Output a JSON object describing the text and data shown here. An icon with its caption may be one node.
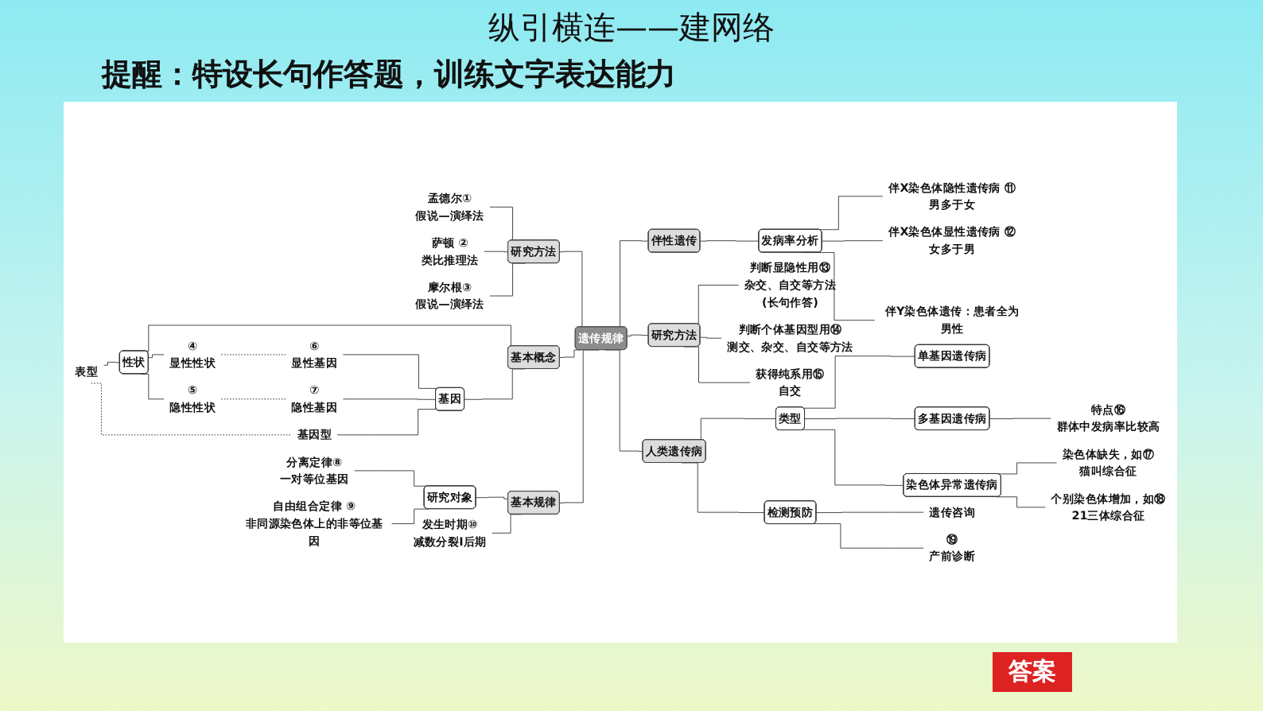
{
  "diagram": {
    "title": "纵引横连——建网络",
    "nodes": [
      {
        "text": [
          "孟德尔①",
          "假说—演绎法"
        ]
      },
      {
        "text": [
          "萨顿 ②",
          "类比推理法"
        ]
      },
      {
        "text": [
          "摩尔根③",
          "假说—演绎法"
        ]
      },
      {
        "text": [
          "研究方法"
        ]
      },
      {
        "text": [
          "遗传规律"
        ]
      },
      {
        "text": [
          "表型"
        ]
      },
      {
        "text": [
          "性状"
        ]
      },
      {
        "text": [
          "④",
          "显性性状"
        ]
      },
      {
        "text": [
          "⑤",
          "隐性性状"
        ]
      },
      {
        "text": [
          "⑥",
          "显性基因"
        ]
      },
      {
        "text": [
          "⑦",
          "隐性基因"
        ]
      },
      {
        "text": [
          "基因型"
        ]
      },
      {
        "text": [
          "基因"
        ]
      },
      {
        "text": [
          "基本概念"
        ]
      },
      {
        "text": [
          "分离定律⑧",
          "一对等位基因"
        ]
      },
      {
        "text": [
          "自由组合定律 ⑨",
          "非同源染色体上的非等位基因"
        ]
      },
      {
        "text": [
          "研究对象"
        ]
      },
      {
        "text": [
          "发生时期⑩",
          "减数分裂Ⅰ后期"
        ]
      },
      {
        "text": [
          "基本规律"
        ]
      },
      {
        "text": [
          "伴性遗传"
        ]
      },
      {
        "text": [
          "发病率分析"
        ]
      },
      {
        "text": [
          "伴X染色体隐性遗传病 ⑪",
          "男多于女"
        ]
      },
      {
        "text": [
          "伴X染色体显性遗传病 ⑫",
          "女多于男"
        ]
      },
      {
        "text": [
          "伴Y染色体遗传：患者全为男性"
        ]
      },
      {
        "text": [
          "研究方法"
        ]
      },
      {
        "text": [
          "判断显隐性用⑬",
          "杂交、自交等方法"
        ],
        "beside": [
          "(长句作答)"
        ]
      },
      {
        "text": [
          "判断个体基因型用⑭",
          "测交、杂交、自交等方法"
        ]
      },
      {
        "text": [
          "获得纯系用⑮",
          "自交"
        ]
      },
      {
        "text": [
          "人类遗传病"
        ]
      },
      {
        "text": [
          "类型"
        ]
      },
      {
        "text": [
          "单基因遗传病"
        ]
      },
      {
        "text": [
          "多基因遗传病"
        ]
      },
      {
        "text": [
          "特点⑯",
          "群体中发病率比较高"
        ]
      },
      {
        "text": [
          "染色体异常遗传病"
        ]
      },
      {
        "text": [
          "染色体缺失，如⑰",
          "猫叫综合征"
        ]
      },
      {
        "text": [
          "个别染色体增加，如⑱",
          "21三体综合征"
        ]
      },
      {
        "text": [
          "检测预防"
        ]
      },
      {
        "text": [
          "遗传咨询"
        ]
      },
      {
        "text": [
          "⑲",
          "产前诊断"
        ]
      }
    ],
    "edges": [
      {
        "from": 0,
        "to": 3,
        "arrow": "none"
      },
      {
        "from": 1,
        "to": 3,
        "arrow": "none"
      },
      {
        "from": 2,
        "to": 3,
        "arrow": "none"
      },
      {
        "from": 3,
        "to": 4,
        "arrow": "none"
      },
      {
        "from": 5,
        "to": 6,
        "arrow": "none"
      },
      {
        "from": 5,
        "to": 11,
        "arrow": "none",
        "style": "dashed"
      },
      {
        "from": 6,
        "to": 7,
        "arrow": "none"
      },
      {
        "from": 6,
        "to": 8,
        "arrow": "none"
      },
      {
        "from": 7,
        "to": 9,
        "arrow": "none",
        "style": "dashed"
      },
      {
        "from": 8,
        "to": 10,
        "arrow": "none",
        "style": "dashed"
      },
      {
        "from": 9,
        "to": 12,
        "arrow": "none"
      },
      {
        "from": 10,
        "to": 12,
        "arrow": "none"
      },
      {
        "from": 11,
        "to": 12,
        "arrow": "none"
      },
      {
        "from": 6,
        "to": 13,
        "arrow": "none"
      },
      {
        "from": 12,
        "to": 13,
        "arrow": "none"
      },
      {
        "from": 13,
        "to": 4,
        "arrow": "none"
      },
      {
        "from": 14,
        "to": 16,
        "arrow": "none"
      },
      {
        "from": 15,
        "to": 16,
        "arrow": "none"
      },
      {
        "from": 16,
        "to": 18,
        "arrow": "none"
      },
      {
        "from": 17,
        "to": 18,
        "arrow": "none"
      },
      {
        "from": 18,
        "to": 4,
        "arrow": "none"
      },
      {
        "from": 4,
        "to": 19,
        "arrow": "none"
      },
      {
        "from": 19,
        "to": 20,
        "arrow": "none"
      },
      {
        "from": 20,
        "to": 21,
        "arrow": "none"
      },
      {
        "from": 20,
        "to": 22,
        "arrow": "none"
      },
      {
        "from": 20,
        "to": 23,
        "arrow": "none"
      },
      {
        "from": 4,
        "to": 24,
        "arrow": "none"
      },
      {
        "from": 24,
        "to": 25,
        "arrow": "none"
      },
      {
        "from": 24,
        "to": 26,
        "arrow": "none"
      },
      {
        "from": 24,
        "to": 27,
        "arrow": "none"
      },
      {
        "from": 4,
        "to": 28,
        "arrow": "none"
      },
      {
        "from": 28,
        "to": 29,
        "arrow": "none"
      },
      {
        "from": 29,
        "to": 30,
        "arrow": "none"
      },
      {
        "from": 29,
        "to": 31,
        "arrow": "none"
      },
      {
        "from": 29,
        "to": 33,
        "arrow": "none"
      },
      {
        "from": 31,
        "to": 32,
        "arrow": "none"
      },
      {
        "from": 33,
        "to": 34,
        "arrow": "none"
      },
      {
        "from": 33,
        "to": 35,
        "arrow": "none"
      },
      {
        "from": 28,
        "to": 36,
        "arrow": "none"
      },
      {
        "from": 36,
        "to": 37,
        "arrow": "none"
      },
      {
        "from": 36,
        "to": 38,
        "arrow": "none"
      }
    ],
    "labels": [
      "提醒：特设长句作答题，训练文字表达能力",
      "答案"
    ]
  }
}
